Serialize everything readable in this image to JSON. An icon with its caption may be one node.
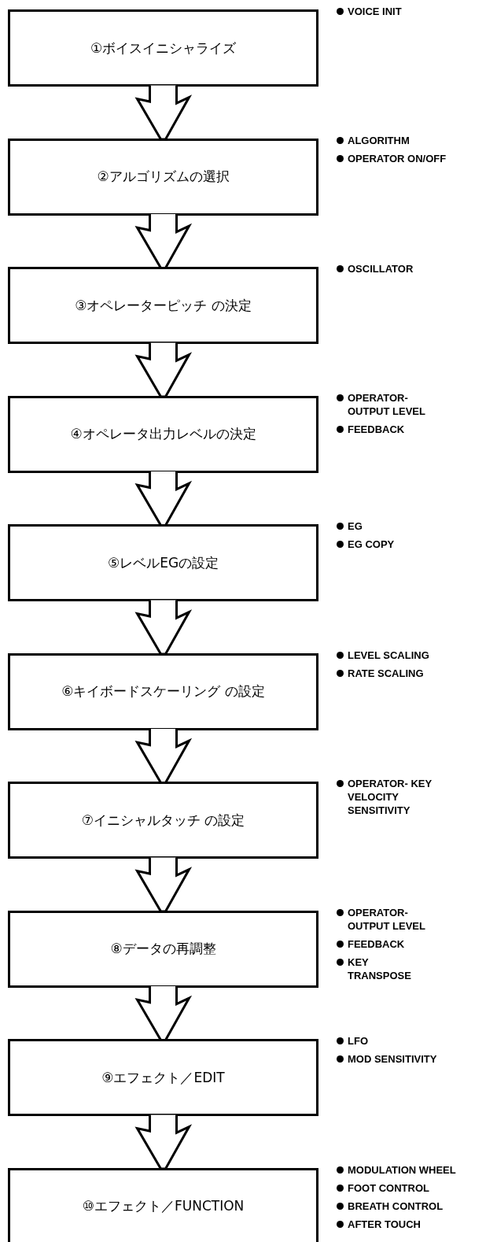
{
  "diagram": {
    "nodes": [
      {
        "text": [
          "①ボイスイニシャライズ"
        ],
        "beside": [
          "VOICE INIT"
        ]
      },
      {
        "text": [
          "②アルゴリズムの選択"
        ],
        "beside": [
          "ALGORITHM",
          "OPERATOR ON/OFF"
        ]
      },
      {
        "text": [
          "③オペレーターピッチ の決定"
        ],
        "beside": [
          "OSCILLATOR"
        ]
      },
      {
        "text": [
          "④オペレータ出力レベルの決定"
        ],
        "beside": [
          "OPERATOR- OUTPUT LEVEL",
          "FEEDBACK"
        ]
      },
      {
        "text": [
          "⑤レベルEGの設定"
        ],
        "beside": [
          "EG",
          "EG COPY"
        ]
      },
      {
        "text": [
          "⑥キイボードスケーリング の設定"
        ],
        "beside": [
          "LEVEL SCALING",
          "RATE SCALING"
        ]
      },
      {
        "text": [
          "⑦イニシャルタッチ の設定"
        ],
        "beside": [
          "OPERATOR- KEY VELOCITY SENSITIVITY"
        ]
      },
      {
        "text": [
          "⑧データの再調整"
        ],
        "beside": [
          "OPERATOR- OUTPUT LEVEL",
          "FEEDBACK",
          "KEY TRANSPOSE"
        ]
      },
      {
        "text": [
          "⑨エフェクト／EDIT"
        ],
        "beside": [
          "LFO",
          "MOD SENSITIVITY"
        ]
      },
      {
        "text": [
          "⑩エフェクト／FUNCTION"
        ],
        "beside": [
          "MODULATION WHEEL",
          "FOOT CONTROL",
          "BREATH CONTROL",
          "AFTER TOUCH"
        ]
      }
    ],
    "edges": [
      {
        "from": 0,
        "to": 1,
        "arrow": "to"
      },
      {
        "from": 1,
        "to": 2,
        "arrow": "to"
      },
      {
        "from": 2,
        "to": 3,
        "arrow": "to"
      },
      {
        "from": 3,
        "to": 4,
        "arrow": "to"
      },
      {
        "from": 4,
        "to": 5,
        "arrow": "to"
      },
      {
        "from": 5,
        "to": 6,
        "arrow": "to"
      },
      {
        "from": 6,
        "to": 7,
        "arrow": "to"
      },
      {
        "from": 7,
        "to": 8,
        "arrow": "to"
      },
      {
        "from": 8,
        "to": 9,
        "arrow": "to"
      }
    ]
  }
}
